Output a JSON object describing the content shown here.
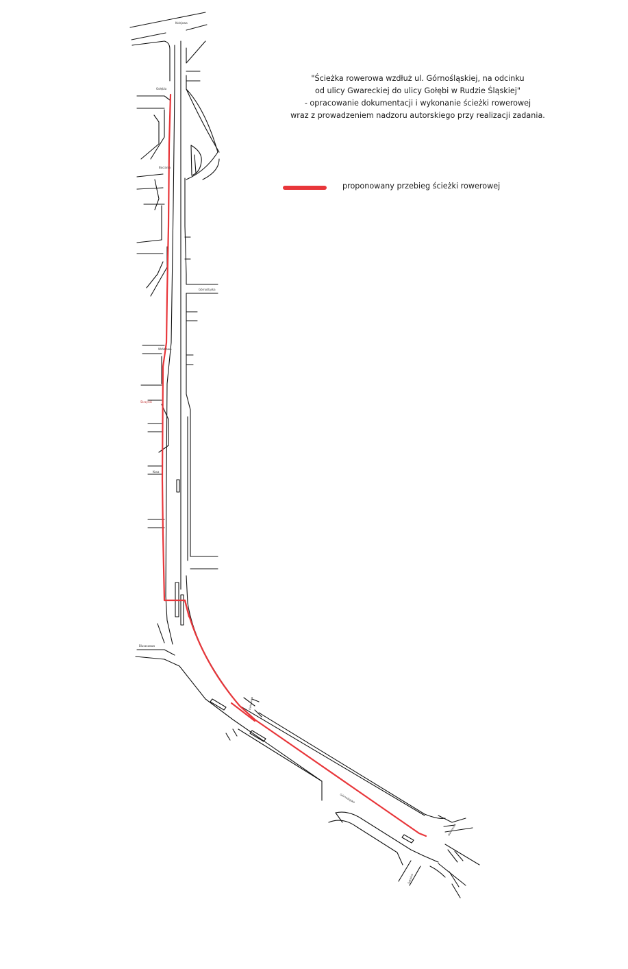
{
  "title": {
    "line1": "\"Ścieżka rowerowa wzdłuż ul. Górnośląskiej, na odcinku",
    "line2": "od ulicy Gwareckiej do ulicy Gołębi w Rudzie Śląskiej\"",
    "line3": "- opracowanie dokumentacji i wykonanie ścieżki rowerowej",
    "line4": "wraz z prowadzeniem nadzoru autorskiego przy realizacji zadania."
  },
  "legend": {
    "label": "proponowany przebieg ścieżki rowerowej",
    "color": "#e8363a"
  },
  "street_labels": {
    "kolejowa": "Kolejowa",
    "golebia": "Gołębia",
    "bociania": "Bociania",
    "gornoslaska_north": "Górnośląska",
    "wroblowa": "Wróblowa",
    "skrzynki": "Skrzynki",
    "kosa": "Kosa",
    "bluszczowa": "Bluszczowa",
    "kwiatowa": "Kwiatowa",
    "gornoslaska_south": "Górnośląska",
    "gwarecka": "Gwarecka",
    "szkolna": "Szkolna"
  },
  "colors": {
    "road_line": "#111111",
    "bike_path": "#e8363a"
  }
}
